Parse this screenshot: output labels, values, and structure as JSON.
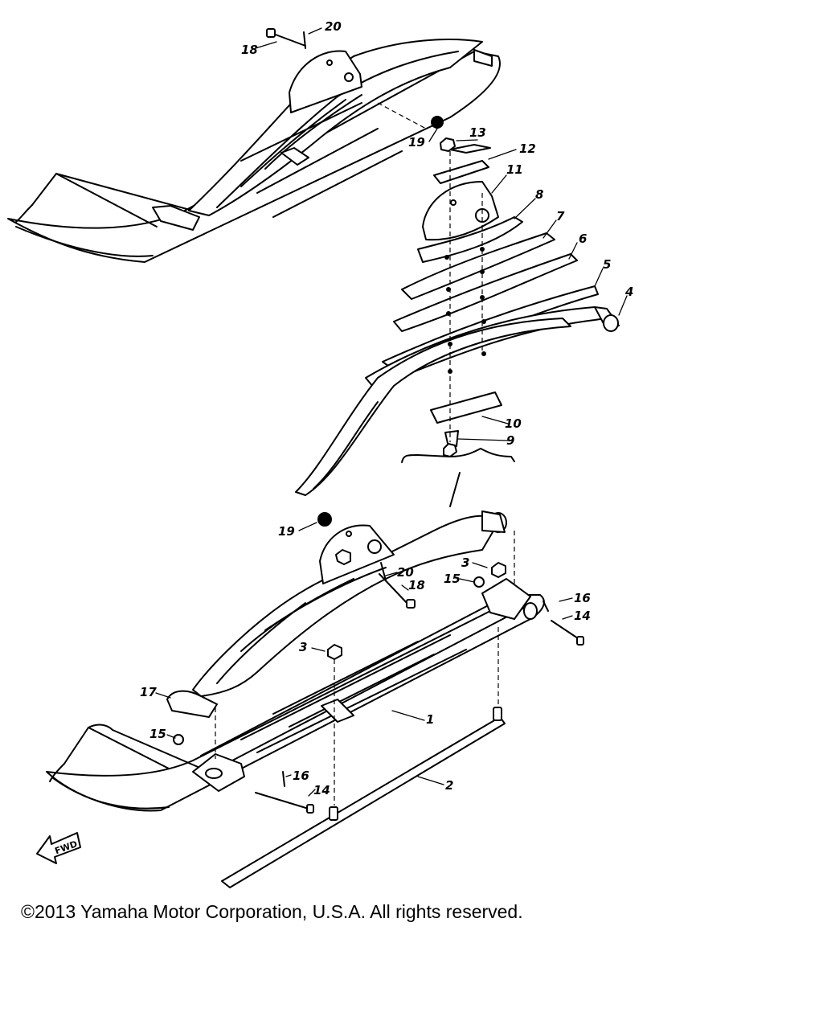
{
  "fwd_label": "FWD",
  "copyright": "©2013 Yamaha Motor Corporation, U.S.A. All rights reserved.",
  "callouts": {
    "top_20": "20",
    "top_18": "18",
    "top_19": "19",
    "c13": "13",
    "c12": "12",
    "c11": "11",
    "c8": "8",
    "c7": "7",
    "c6": "6",
    "c5": "5",
    "c4": "4",
    "c10": "10",
    "c9": "9",
    "b19": "19",
    "b20": "20",
    "b18": "18",
    "b3a": "3",
    "b15a": "15",
    "b16a": "16",
    "b14a": "14",
    "b3b": "3",
    "b17": "17",
    "b1": "1",
    "b15b": "15",
    "b16b": "16",
    "b14b": "14",
    "b2": "2"
  }
}
